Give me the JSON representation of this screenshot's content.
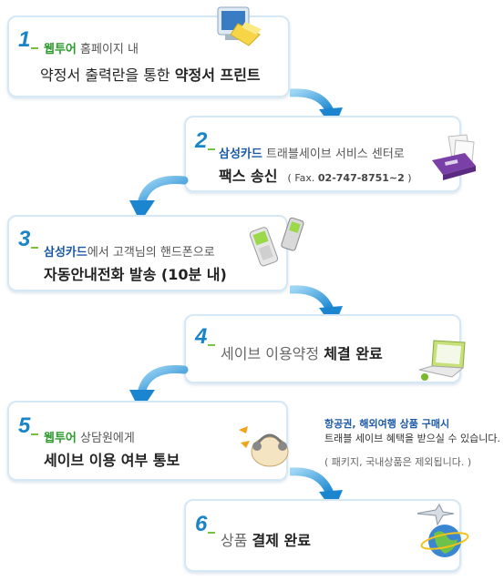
{
  "steps": [
    {
      "num": "1",
      "line1_brand": "웹투어",
      "line1_rest": " 홈페이지 내",
      "line2_normal": "약정서 출력란을 통한 ",
      "line2_bold": "약정서 프린트"
    },
    {
      "num": "2",
      "line1_brand": "삼성카드",
      "line1_rest": " 트래블세이브 서비스 센터로",
      "line2_bold": "팩스 송신",
      "fax_prefix": "( Fax. ",
      "fax_number": "02-747-8751~2",
      "fax_suffix": " )"
    },
    {
      "num": "3",
      "line1_brand": "삼성카드",
      "line1_rest": "에서 고객님의 핸드폰으로",
      "line2_bold": "자동안내전화 발송 (10분 내)"
    },
    {
      "num": "4",
      "line2_normal": "세이브 이용약정 ",
      "line2_bold": "체결 완료"
    },
    {
      "num": "5",
      "line1_brand": "웹투어",
      "line1_rest": " 상담원에게",
      "line2_bold": "세이브 이용 여부 통보"
    },
    {
      "num": "6",
      "line2_normal": "상품 ",
      "line2_bold": "결제 완료"
    }
  ],
  "note": {
    "line1": "항공권, 해외여행 상품 구매시",
    "line2": "트래블 세이브 혜택을 받으실 수 있습니다.",
    "line3": "( 패키지, 국내상품은 제외됩니다. )"
  },
  "colors": {
    "accent_blue": "#1a84c8",
    "brand_green": "#2e9a2e",
    "brand_blue": "#1c5aa6",
    "card_border": "#d6e7f5"
  }
}
